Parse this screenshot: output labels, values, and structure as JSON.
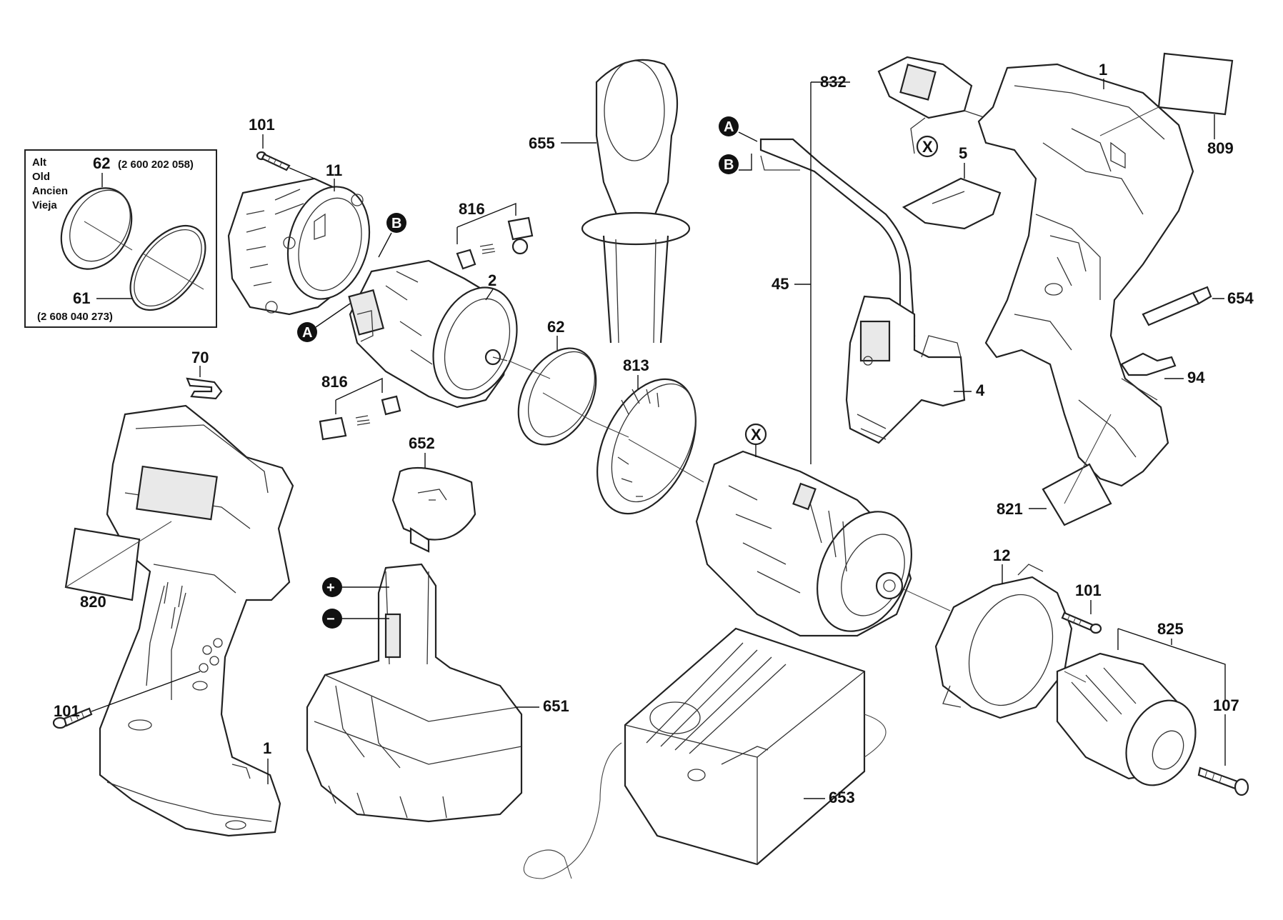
{
  "inset": {
    "lines": [
      "Alt",
      "Old",
      "Ancien",
      "Vieja"
    ],
    "part_a": {
      "num": "62",
      "code": "(2 600 202 058)"
    },
    "part_b": {
      "num": "61",
      "code": "(2 608 040 273)"
    }
  },
  "labels": {
    "p101_top": "101",
    "p11": "11",
    "pB_motor": "B",
    "pA_motor": "A",
    "p816_top": "816",
    "p2": "2",
    "p816_low": "816",
    "p70": "70",
    "p820": "820",
    "p101_bottom": "101",
    "p1_left": "1",
    "p655": "655",
    "p62": "62",
    "p813": "813",
    "p652": "652",
    "plus": "+",
    "minus": "−",
    "p651": "651",
    "p653": "653",
    "pA_switch": "A",
    "pB_switch": "B",
    "p832": "832",
    "pX_top": "X",
    "p5": "5",
    "p45": "45",
    "p4": "4",
    "p1_right": "1",
    "p809": "809",
    "p654": "654",
    "p94": "94",
    "p821": "821",
    "pX_gear": "X",
    "p12": "12",
    "p101_right": "101",
    "p825": "825",
    "p107": "107"
  }
}
